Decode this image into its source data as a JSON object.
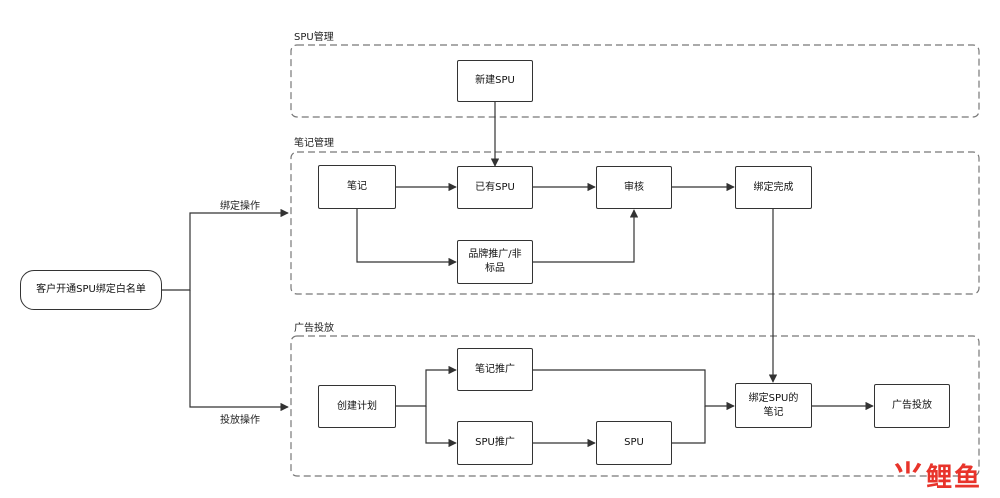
{
  "groups": {
    "spu_management": "SPU管理",
    "note_management": "笔记管理",
    "ad_delivery": "广告投放"
  },
  "start_node": "客户开通SPU绑定白名单",
  "edge_labels": {
    "bind_operation": "绑定操作",
    "delivery_operation": "投放操作"
  },
  "nodes": {
    "new_spu": "新建SPU",
    "note": "笔记",
    "existing_spu": "已有SPU",
    "review": "审核",
    "bind_complete": "绑定完成",
    "brand_promo": "品牌推广/非\n标品",
    "create_plan": "创建计划",
    "note_promo": "笔记推广",
    "spu_promo": "SPU推广",
    "spu": "SPU",
    "bound_spu_note": "绑定SPU的\n笔记",
    "ad_delivery": "广告投放"
  },
  "watermark": "鲤鱼",
  "colors": {
    "line": "#333333",
    "dash": "#777777",
    "watermark": "#e8342b"
  }
}
